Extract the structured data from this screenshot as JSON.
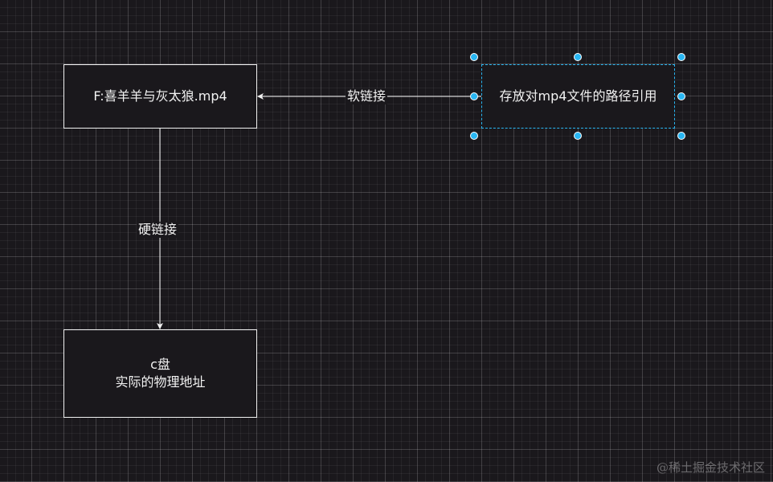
{
  "nodes": {
    "file": {
      "label": "F:喜羊羊与灰太狼.mp4"
    },
    "disk": {
      "line1": "c盘",
      "line2": "实际的物理地址"
    },
    "link": {
      "label": "存放对mp4文件的路径引用"
    }
  },
  "edges": {
    "soft_link": {
      "label": "软链接"
    },
    "hard_link": {
      "label": "硬链接"
    }
  },
  "watermark": "@稀土掘金技术社区",
  "colors": {
    "background": "#1a181c",
    "stroke": "#f2f2f2",
    "selection": "#29b6f2"
  }
}
